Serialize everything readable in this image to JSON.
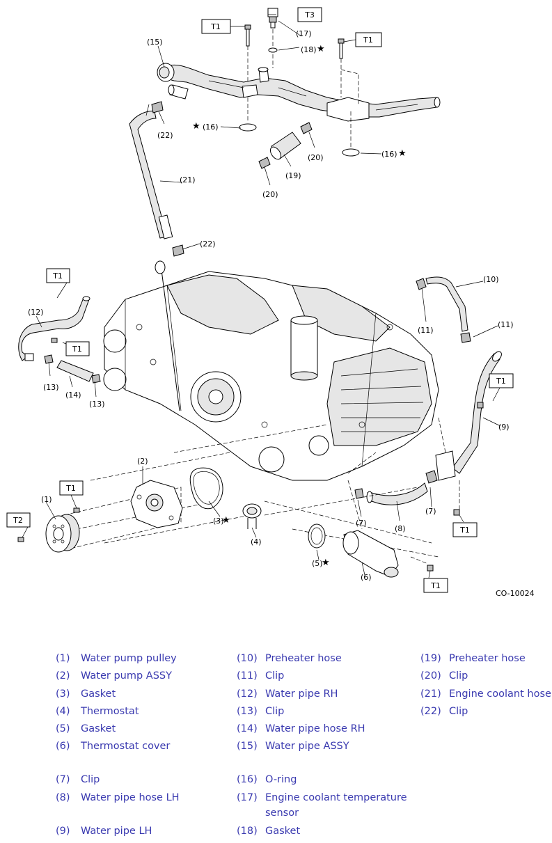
{
  "figure_code": "CO-10024",
  "callouts": {
    "c1": "(1)",
    "c2": "(2)",
    "c3": "(3)",
    "c4": "(4)",
    "c5": "(5)",
    "c6": "(6)",
    "c7a": "(7)",
    "c7b": "(7)",
    "c8": "(8)",
    "c9": "(9)",
    "c10": "(10)",
    "c11a": "(11)",
    "c11b": "(11)",
    "c12": "(12)",
    "c13a": "(13)",
    "c13b": "(13)",
    "c14": "(14)",
    "c15": "(15)",
    "c16a": "(16)",
    "c16b": "(16)",
    "c17": "(17)",
    "c18": "(18)",
    "c19": "(19)",
    "c20a": "(20)",
    "c20b": "(20)",
    "c21": "(21)",
    "c22a": "(22)",
    "c22b": "(22)"
  },
  "star_symbol": "★",
  "torque_tags": {
    "t1": "T1",
    "t2": "T2",
    "t3": "T3"
  },
  "legend": [
    {
      "num": "(1)",
      "name": "Water pump pulley"
    },
    {
      "num": "(2)",
      "name": "Water pump ASSY"
    },
    {
      "num": "(3)",
      "name": "Gasket"
    },
    {
      "num": "(4)",
      "name": "Thermostat"
    },
    {
      "num": "(5)",
      "name": "Gasket"
    },
    {
      "num": "(6)",
      "name": "Thermostat cover"
    },
    {
      "num": "(7)",
      "name": "Clip"
    },
    {
      "num": "(8)",
      "name": "Water pipe hose LH"
    },
    {
      "num": "(9)",
      "name": "Water pipe LH"
    },
    {
      "num": "(10)",
      "name": "Preheater hose"
    },
    {
      "num": "(11)",
      "name": "Clip"
    },
    {
      "num": "(12)",
      "name": "Water pipe RH"
    },
    {
      "num": "(13)",
      "name": "Clip"
    },
    {
      "num": "(14)",
      "name": "Water pipe hose RH"
    },
    {
      "num": "(15)",
      "name": "Water pipe ASSY"
    },
    {
      "num": "(16)",
      "name": "O-ring"
    },
    {
      "num": "(17)",
      "name": "Engine coolant temperature sensor"
    },
    {
      "num": "(18)",
      "name": "Gasket"
    },
    {
      "num": "(19)",
      "name": "Preheater hose"
    },
    {
      "num": "(20)",
      "name": "Clip"
    },
    {
      "num": "(21)",
      "name": "Engine coolant hose"
    },
    {
      "num": "(22)",
      "name": "Clip"
    }
  ]
}
